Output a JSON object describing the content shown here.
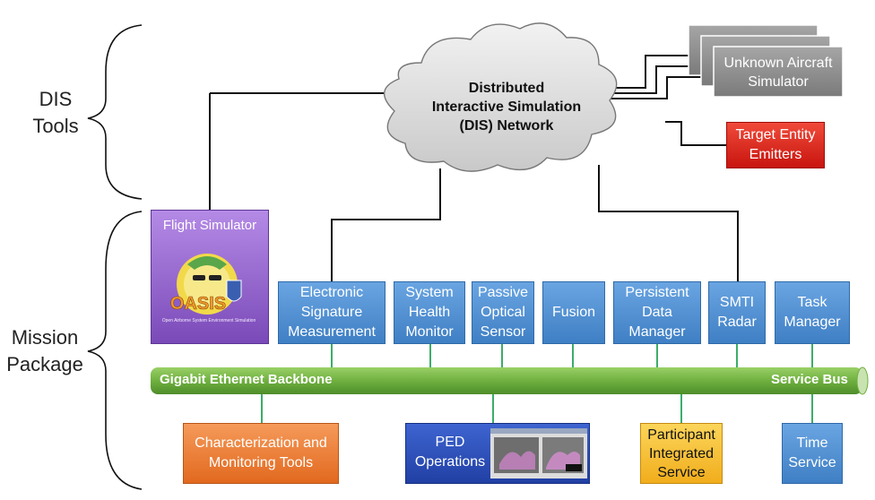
{
  "left_labels": {
    "dis_tools": [
      "DIS",
      "Tools"
    ],
    "mission_package": [
      "Mission",
      "Package"
    ]
  },
  "cloud": [
    "Distributed",
    "Interactive Simulation",
    "(DIS) Network"
  ],
  "unknown_aircraft": [
    "Unknown Aircraft",
    "Simulator"
  ],
  "target_emitters": [
    "Target Entity",
    "Emitters"
  ],
  "flight_simulator": {
    "title": "Flight Simulator",
    "logo_text": "OASIS",
    "logo_subtext": "Open Airborne System Environment Simulation"
  },
  "mission_boxes": [
    {
      "lines": [
        "Electronic",
        "Signature",
        "Measurement"
      ]
    },
    {
      "lines": [
        "System",
        "Health",
        "Monitor"
      ]
    },
    {
      "lines": [
        "Passive",
        "Optical",
        "Sensor"
      ]
    },
    {
      "lines": [
        "Fusion"
      ]
    },
    {
      "lines": [
        "Persistent",
        "Data",
        "Manager"
      ]
    },
    {
      "lines": [
        "SMTI",
        "Radar"
      ]
    },
    {
      "lines": [
        "Task",
        "Manager"
      ]
    }
  ],
  "bus": {
    "left": "Gigabit Ethernet Backbone",
    "right": "Service Bus"
  },
  "bottom_boxes": {
    "characterization": [
      "Characterization and",
      "Monitoring Tools"
    ],
    "ped": [
      "PED",
      "Operations"
    ],
    "participant": [
      "Participant",
      "Integrated",
      "Service"
    ],
    "time": [
      "Time",
      "Service"
    ]
  },
  "colors": {
    "blue": "#4a8ad0",
    "green_bus": "#77b84a",
    "orange": "#ef7b34",
    "red": "#e8231b",
    "yellow": "#f6c33a",
    "dark_blue": "#2a4fb8",
    "gray": "#8a8a8a",
    "purple": "#8a5cc4"
  }
}
